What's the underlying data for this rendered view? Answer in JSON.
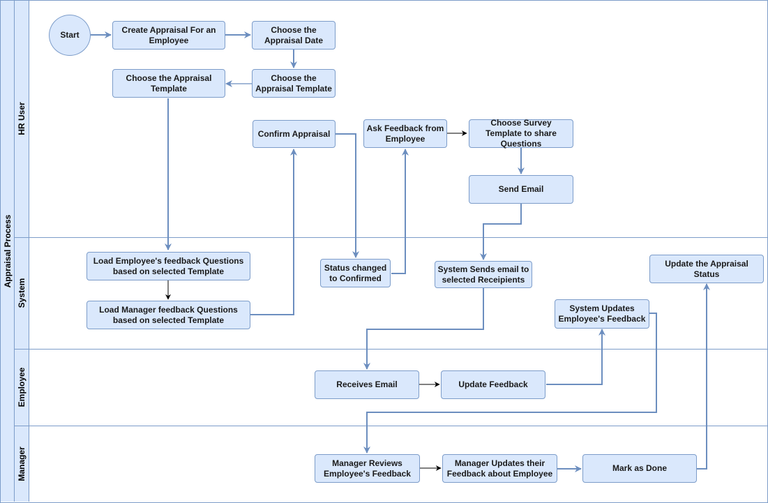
{
  "pool": {
    "title": "Appraisal Process"
  },
  "lanes": [
    {
      "id": "hr",
      "label": "HR  User"
    },
    {
      "id": "system",
      "label": "System"
    },
    {
      "id": "employee",
      "label": "Employee"
    },
    {
      "id": "manager",
      "label": "Manager"
    }
  ],
  "nodes": {
    "start": "Start",
    "create_appraisal": "Create Appraisal For an Employee",
    "choose_date": "Choose the Appraisal Date",
    "choose_template_right": "Choose the Appraisal Template",
    "choose_template_left": "Choose the Appraisal Template",
    "confirm_appraisal": "Confirm Appraisal",
    "ask_feedback": "Ask Feedback from Employee",
    "choose_survey": "Choose Survey Template to share Questions",
    "send_email": "Send Email",
    "load_employee_questions": "Load Employee's feedback Questions based on selected Template",
    "load_manager_questions": "Load Manager feedback Questions based on selected Template",
    "status_confirmed": "Status changed to Confirmed",
    "system_sends_email": "System Sends email to selected Receipients",
    "update_status": "Update the Appraisal Status",
    "system_updates_feedback": "System Updates Employee's Feedback",
    "receives_email": "Receives Email",
    "update_feedback": "Update Feedback",
    "manager_reviews": "Manager Reviews Employee's Feedback",
    "manager_updates": "Manager Updates their Feedback about Employee",
    "mark_done": "Mark as Done"
  },
  "colors": {
    "node_fill": "#dae8fc",
    "node_stroke": "#7c9cc9",
    "edge": "#6c8ebf",
    "edge_dark": "#000000"
  }
}
